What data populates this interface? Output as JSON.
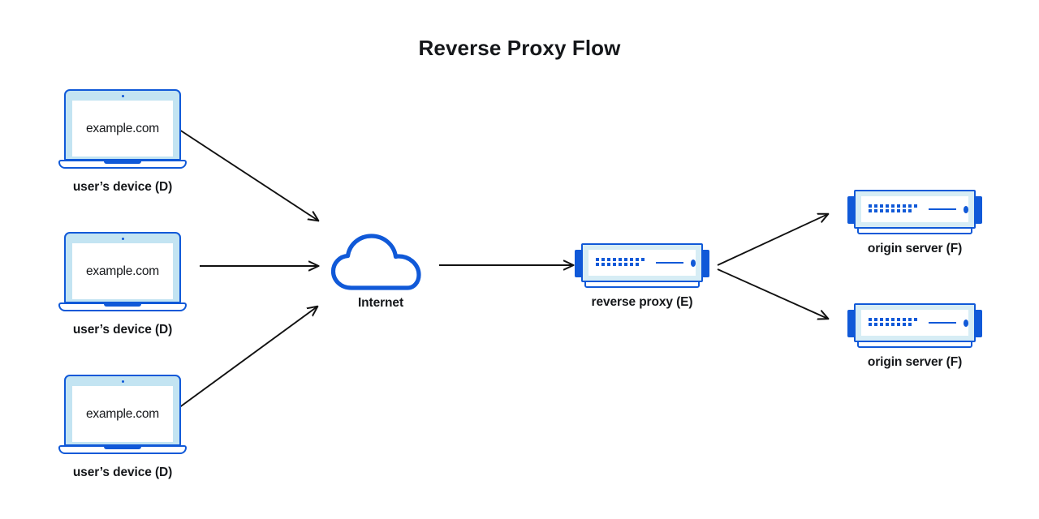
{
  "title": "Reverse Proxy Flow",
  "colors": {
    "accent_blue": "#1059d8",
    "light_blue": "#c3e4f2",
    "panel_blue": "#d7edf5",
    "text": "#15171a",
    "arrow": "#111111",
    "background": "#ffffff"
  },
  "devices": [
    {
      "url": "example.com",
      "label": "user’s device (D)",
      "icon": "laptop-icon"
    },
    {
      "url": "example.com",
      "label": "user’s device (D)",
      "icon": "laptop-icon"
    },
    {
      "url": "example.com",
      "label": "user’s device (D)",
      "icon": "laptop-icon"
    }
  ],
  "internet": {
    "label": "Internet",
    "icon": "cloud-icon"
  },
  "proxy": {
    "label": "reverse proxy (E)",
    "icon": "server-icon"
  },
  "origins": [
    {
      "label": "origin server (F)",
      "icon": "server-icon"
    },
    {
      "label": "origin server (F)",
      "icon": "server-icon"
    }
  ],
  "flow": {
    "edges": [
      {
        "from": "user’s device (D)",
        "to": "Internet"
      },
      {
        "from": "user’s device (D)",
        "to": "Internet"
      },
      {
        "from": "user’s device (D)",
        "to": "Internet"
      },
      {
        "from": "Internet",
        "to": "reverse proxy (E)"
      },
      {
        "from": "reverse proxy (E)",
        "to": "origin server (F)"
      },
      {
        "from": "reverse proxy (E)",
        "to": "origin server (F)"
      }
    ]
  }
}
